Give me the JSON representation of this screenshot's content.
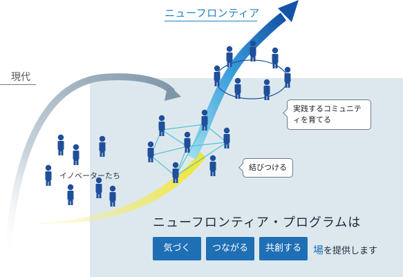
{
  "diagram": {
    "top_label": "ニューフロンティア",
    "present_label": "現代",
    "innovators_label": "イノベーターたち",
    "callout_community": "実践するコミュニティを育てる",
    "callout_connect": "結びつける",
    "program_title": "ニューフロンティア・プログラムは",
    "actions": [
      "気づく",
      "つながる",
      "共創する"
    ],
    "tail_accent": "場",
    "tail_rest": "を提供します",
    "colors": {
      "panel": "#dde8ee",
      "person": "#1f4f9a",
      "button": "#1f6fb5",
      "arrow": "#1f6fb5",
      "yellow": "#f2e52c",
      "network": "#4ec3d6"
    }
  }
}
